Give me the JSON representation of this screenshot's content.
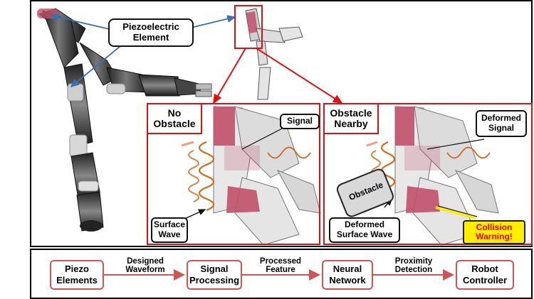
{
  "top_labels": {
    "piezo_line1": "Piezoelectric",
    "piezo_line2": "Element"
  },
  "panel_no_obstacle": {
    "tag_line1": "No",
    "tag_line2": "Obstacle",
    "signal": "Signal",
    "surface_wave_line1": "Surface",
    "surface_wave_line2": "Wave"
  },
  "panel_obstacle": {
    "tag_line1": "Obstacle",
    "tag_line2": "Nearby",
    "deformed_signal_line1": "Deformed",
    "deformed_signal_line2": "Signal",
    "obstacle": "Obstacle",
    "deformed_wave_line1": "Deformed",
    "deformed_wave_line2": "Surface Wave",
    "warning_line1": "Collision",
    "warning_line2": "Warning!"
  },
  "pipeline": {
    "nodes": [
      {
        "line1": "Piezo",
        "line2": "Elements"
      },
      {
        "line1": "Signal",
        "line2": "Processing"
      },
      {
        "line1": "Neural",
        "line2": "Network"
      },
      {
        "line1": "Robot",
        "line2": "Controller"
      }
    ],
    "edges": [
      {
        "line1": "Designed",
        "line2": "Waveform"
      },
      {
        "line1": "Processed",
        "line2": "Feature"
      },
      {
        "line1": "Proximity",
        "line2": "Detection"
      }
    ]
  },
  "colors": {
    "accent_red": "#dd1111",
    "wave_orange": "#d2691e",
    "piezo_pink": "#c0506a",
    "warning_yellow": "#ffee00",
    "pipeline_border": "#cc5555"
  }
}
